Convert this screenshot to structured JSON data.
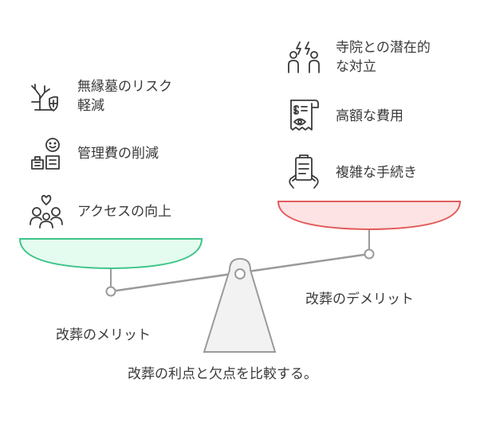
{
  "title": "改葬の利点と欠点を比較する。",
  "merits": {
    "label": "改葬のメリット",
    "items": [
      {
        "text": "無縁墓のリスク軽減",
        "line1": "無縁墓のリスク",
        "line2": "軽減",
        "icon": "tree-shield-icon"
      },
      {
        "text": "管理費の削減",
        "icon": "savings-smile-icon"
      },
      {
        "text": "アクセスの向上",
        "icon": "family-heart-icon"
      }
    ]
  },
  "demerits": {
    "label": "改葬のデメリット",
    "items": [
      {
        "text": "寺院との潜在的な対立",
        "line1": "寺院との潜在的",
        "line2": "な対立",
        "icon": "people-conflict-icon"
      },
      {
        "text": "高額な費用",
        "icon": "receipt-eye-icon"
      },
      {
        "text": "複雑な手続き",
        "icon": "document-hands-icon"
      }
    ]
  },
  "colors": {
    "merit_fill": "#e4fbef",
    "merit_stroke": "#3ec58a",
    "demerit_fill": "#fde3e3",
    "demerit_stroke": "#e25c5c",
    "beam": "#999999",
    "fulcrum_fill": "#f2f2f2"
  }
}
